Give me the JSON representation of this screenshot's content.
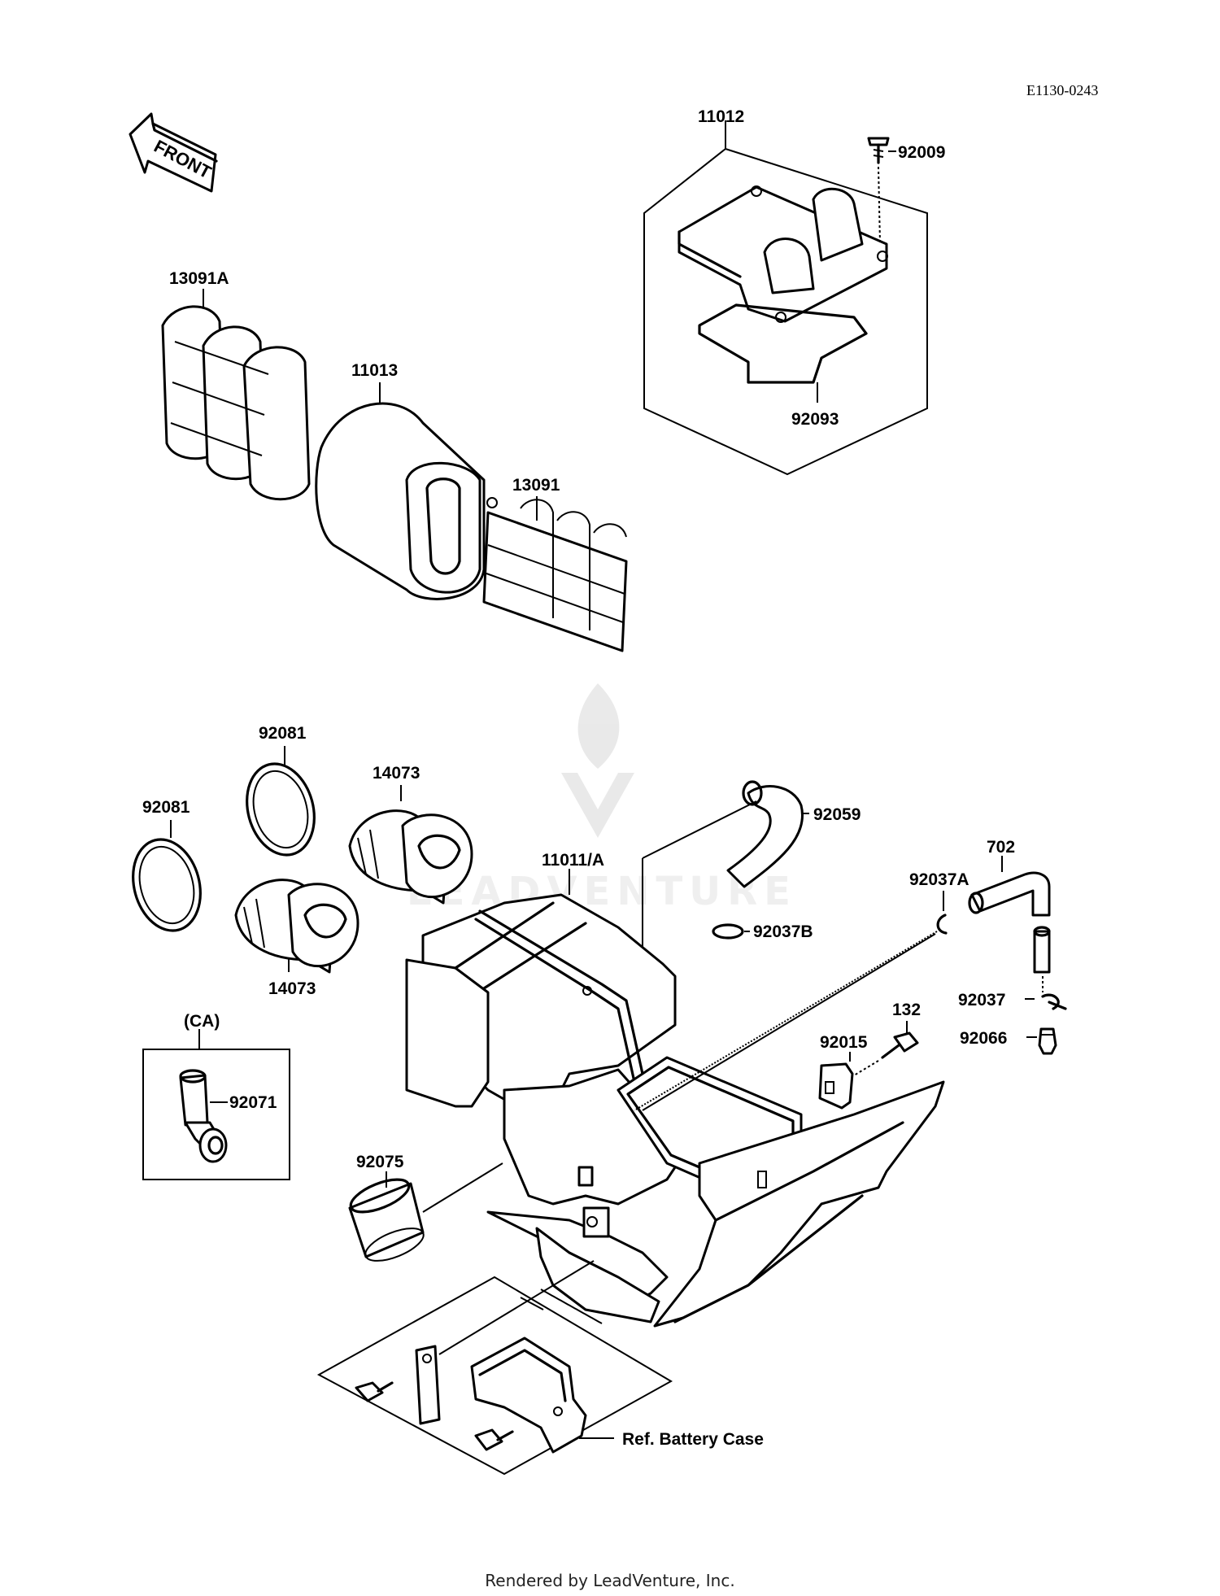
{
  "diagram_code": "E1130-0243",
  "front_label": "FRONT",
  "parts": {
    "p11012": "11012",
    "p92009": "92009",
    "p92093": "92093",
    "p13091A": "13091A",
    "p11013": "11013",
    "p13091": "13091",
    "p92081_top": "92081",
    "p92081_left": "92081",
    "p14073_top": "14073",
    "p14073_bottom": "14073",
    "p92059": "92059",
    "p11011A": "11011/A",
    "p92037B": "92037B",
    "p92037A": "92037A",
    "p702": "702",
    "p92037": "92037",
    "p92066": "92066",
    "p132": "132",
    "p92015": "92015",
    "pCA": "(CA)",
    "p92071": "92071",
    "p92075": "92075",
    "ref_battery": "Ref. Battery Case"
  },
  "watermark": "LEADVENTURE",
  "footer": "Rendered by LeadVenture, Inc."
}
